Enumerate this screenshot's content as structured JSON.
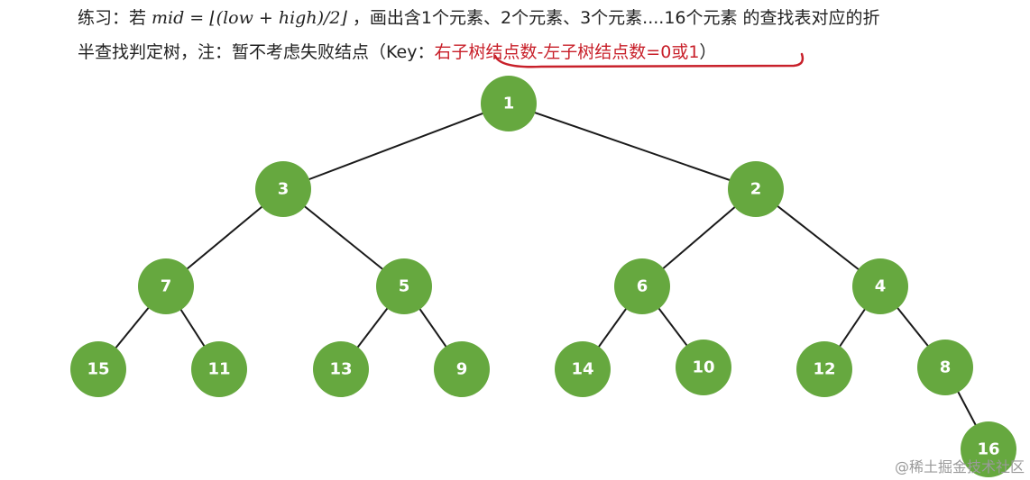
{
  "text": {
    "line1_a": "练习：若",
    "formula": "mid = ⌊(low + high)/2⌋",
    "line1_b": "，画出含1个元素、2个元素、3个元素....16个元素 的查找表对应的折",
    "line2_a": "半查找判定树，注：暂不考虑失败结点（Key：",
    "key_rule": "右子树结点数-左子树结点数=0或1",
    "line2_b": "）"
  },
  "tree": {
    "node_color": "#66a83f",
    "edge_color": "#1a1a1a",
    "highlight_color": "#c8202a",
    "nodes": [
      {
        "id": "n1",
        "label": "1"
      },
      {
        "id": "n3",
        "label": "3"
      },
      {
        "id": "n2",
        "label": "2"
      },
      {
        "id": "n7",
        "label": "7"
      },
      {
        "id": "n5",
        "label": "5"
      },
      {
        "id": "n6",
        "label": "6"
      },
      {
        "id": "n4",
        "label": "4"
      },
      {
        "id": "n15",
        "label": "15"
      },
      {
        "id": "n11",
        "label": "11"
      },
      {
        "id": "n13",
        "label": "13"
      },
      {
        "id": "n9",
        "label": "9"
      },
      {
        "id": "n14",
        "label": "14"
      },
      {
        "id": "n10",
        "label": "10"
      },
      {
        "id": "n12",
        "label": "12"
      },
      {
        "id": "n8",
        "label": "8"
      },
      {
        "id": "n16",
        "label": "16"
      }
    ],
    "edges": [
      [
        "n1",
        "n3"
      ],
      [
        "n1",
        "n2"
      ],
      [
        "n3",
        "n7"
      ],
      [
        "n3",
        "n5"
      ],
      [
        "n2",
        "n6"
      ],
      [
        "n2",
        "n4"
      ],
      [
        "n7",
        "n15"
      ],
      [
        "n7",
        "n11"
      ],
      [
        "n5",
        "n13"
      ],
      [
        "n5",
        "n9"
      ],
      [
        "n6",
        "n14"
      ],
      [
        "n6",
        "n10"
      ],
      [
        "n4",
        "n12"
      ],
      [
        "n4",
        "n8"
      ],
      [
        "n8",
        "n16"
      ]
    ]
  },
  "watermark": "@稀土掘金技术社区"
}
